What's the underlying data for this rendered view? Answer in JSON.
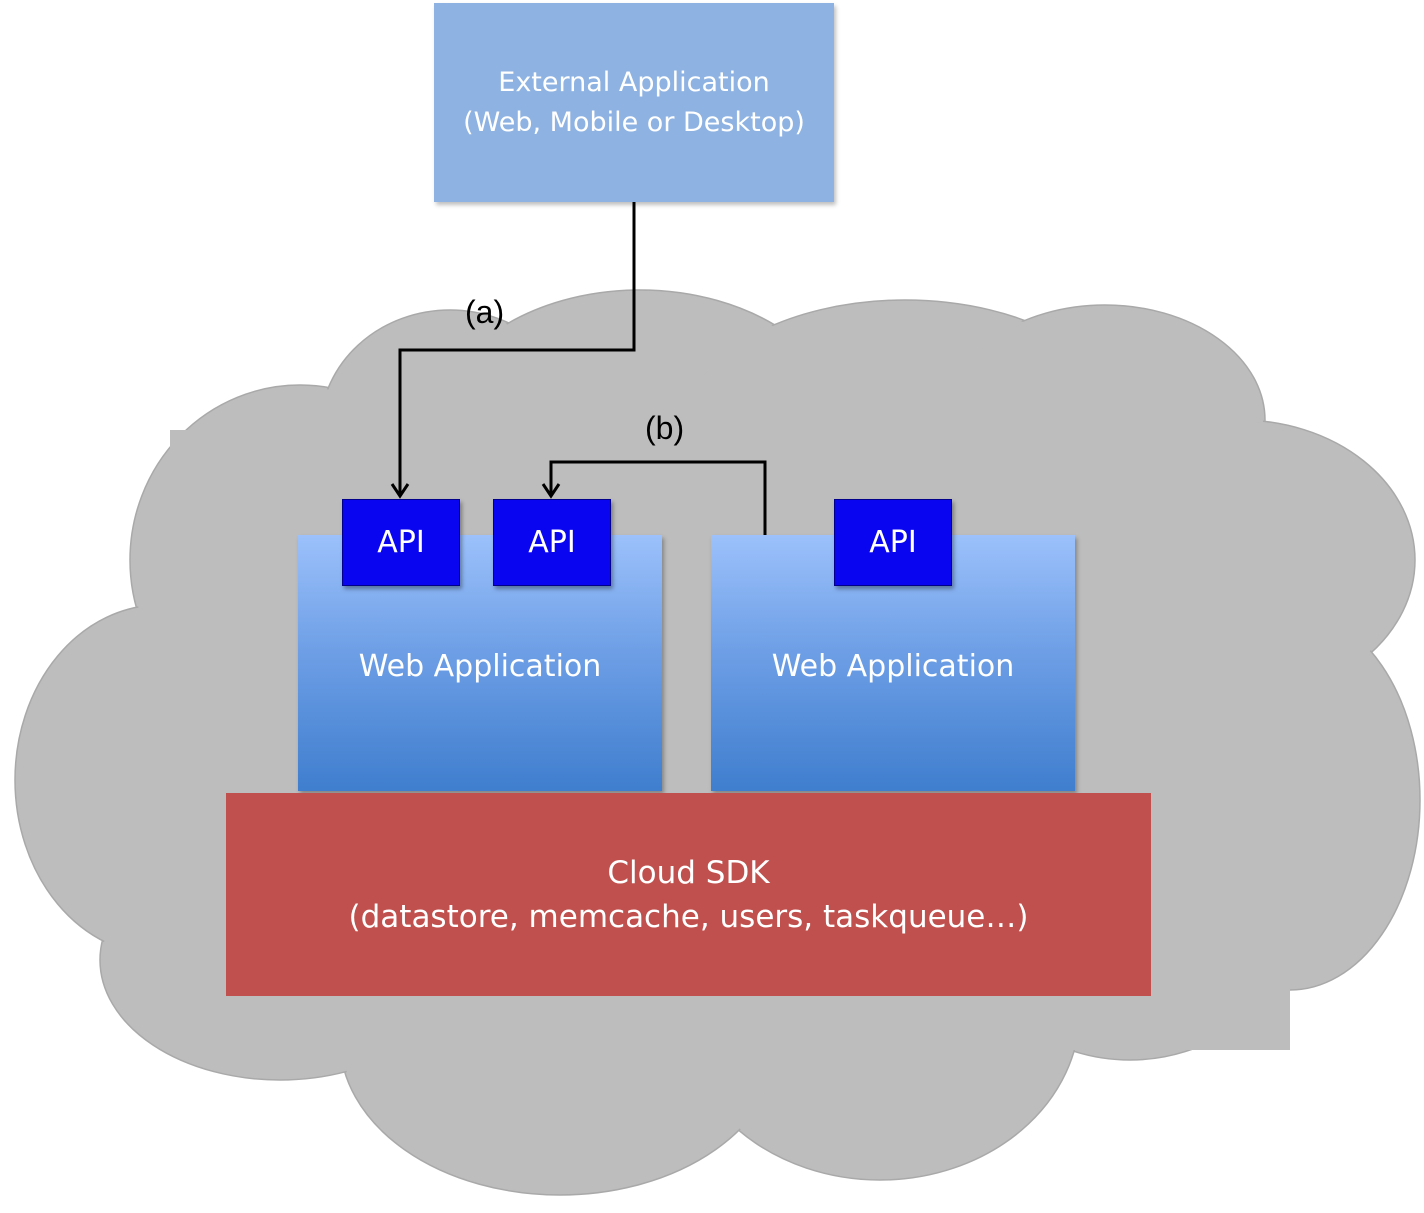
{
  "external_app": {
    "line1": "External Application",
    "line2": "(Web, Mobile or Desktop)"
  },
  "web_apps": [
    {
      "label": "Web Application"
    },
    {
      "label": "Web Application"
    }
  ],
  "apis": [
    {
      "label": "API"
    },
    {
      "label": "API"
    },
    {
      "label": "API"
    }
  ],
  "cloud_sdk": {
    "line1": "Cloud SDK",
    "line2": "(datastore, memcache, users, taskqueue…)"
  },
  "arrows": {
    "a_label": "(a)",
    "b_label": "(b)"
  },
  "colors": {
    "cloud": "#bdbdbd",
    "external_app": "#8eb3e2",
    "web_app_top": "#9cc1fb",
    "web_app_bottom": "#3f7ece",
    "api": "#0a05f0",
    "cloud_sdk": "#c0504d",
    "connector": "#000000"
  }
}
